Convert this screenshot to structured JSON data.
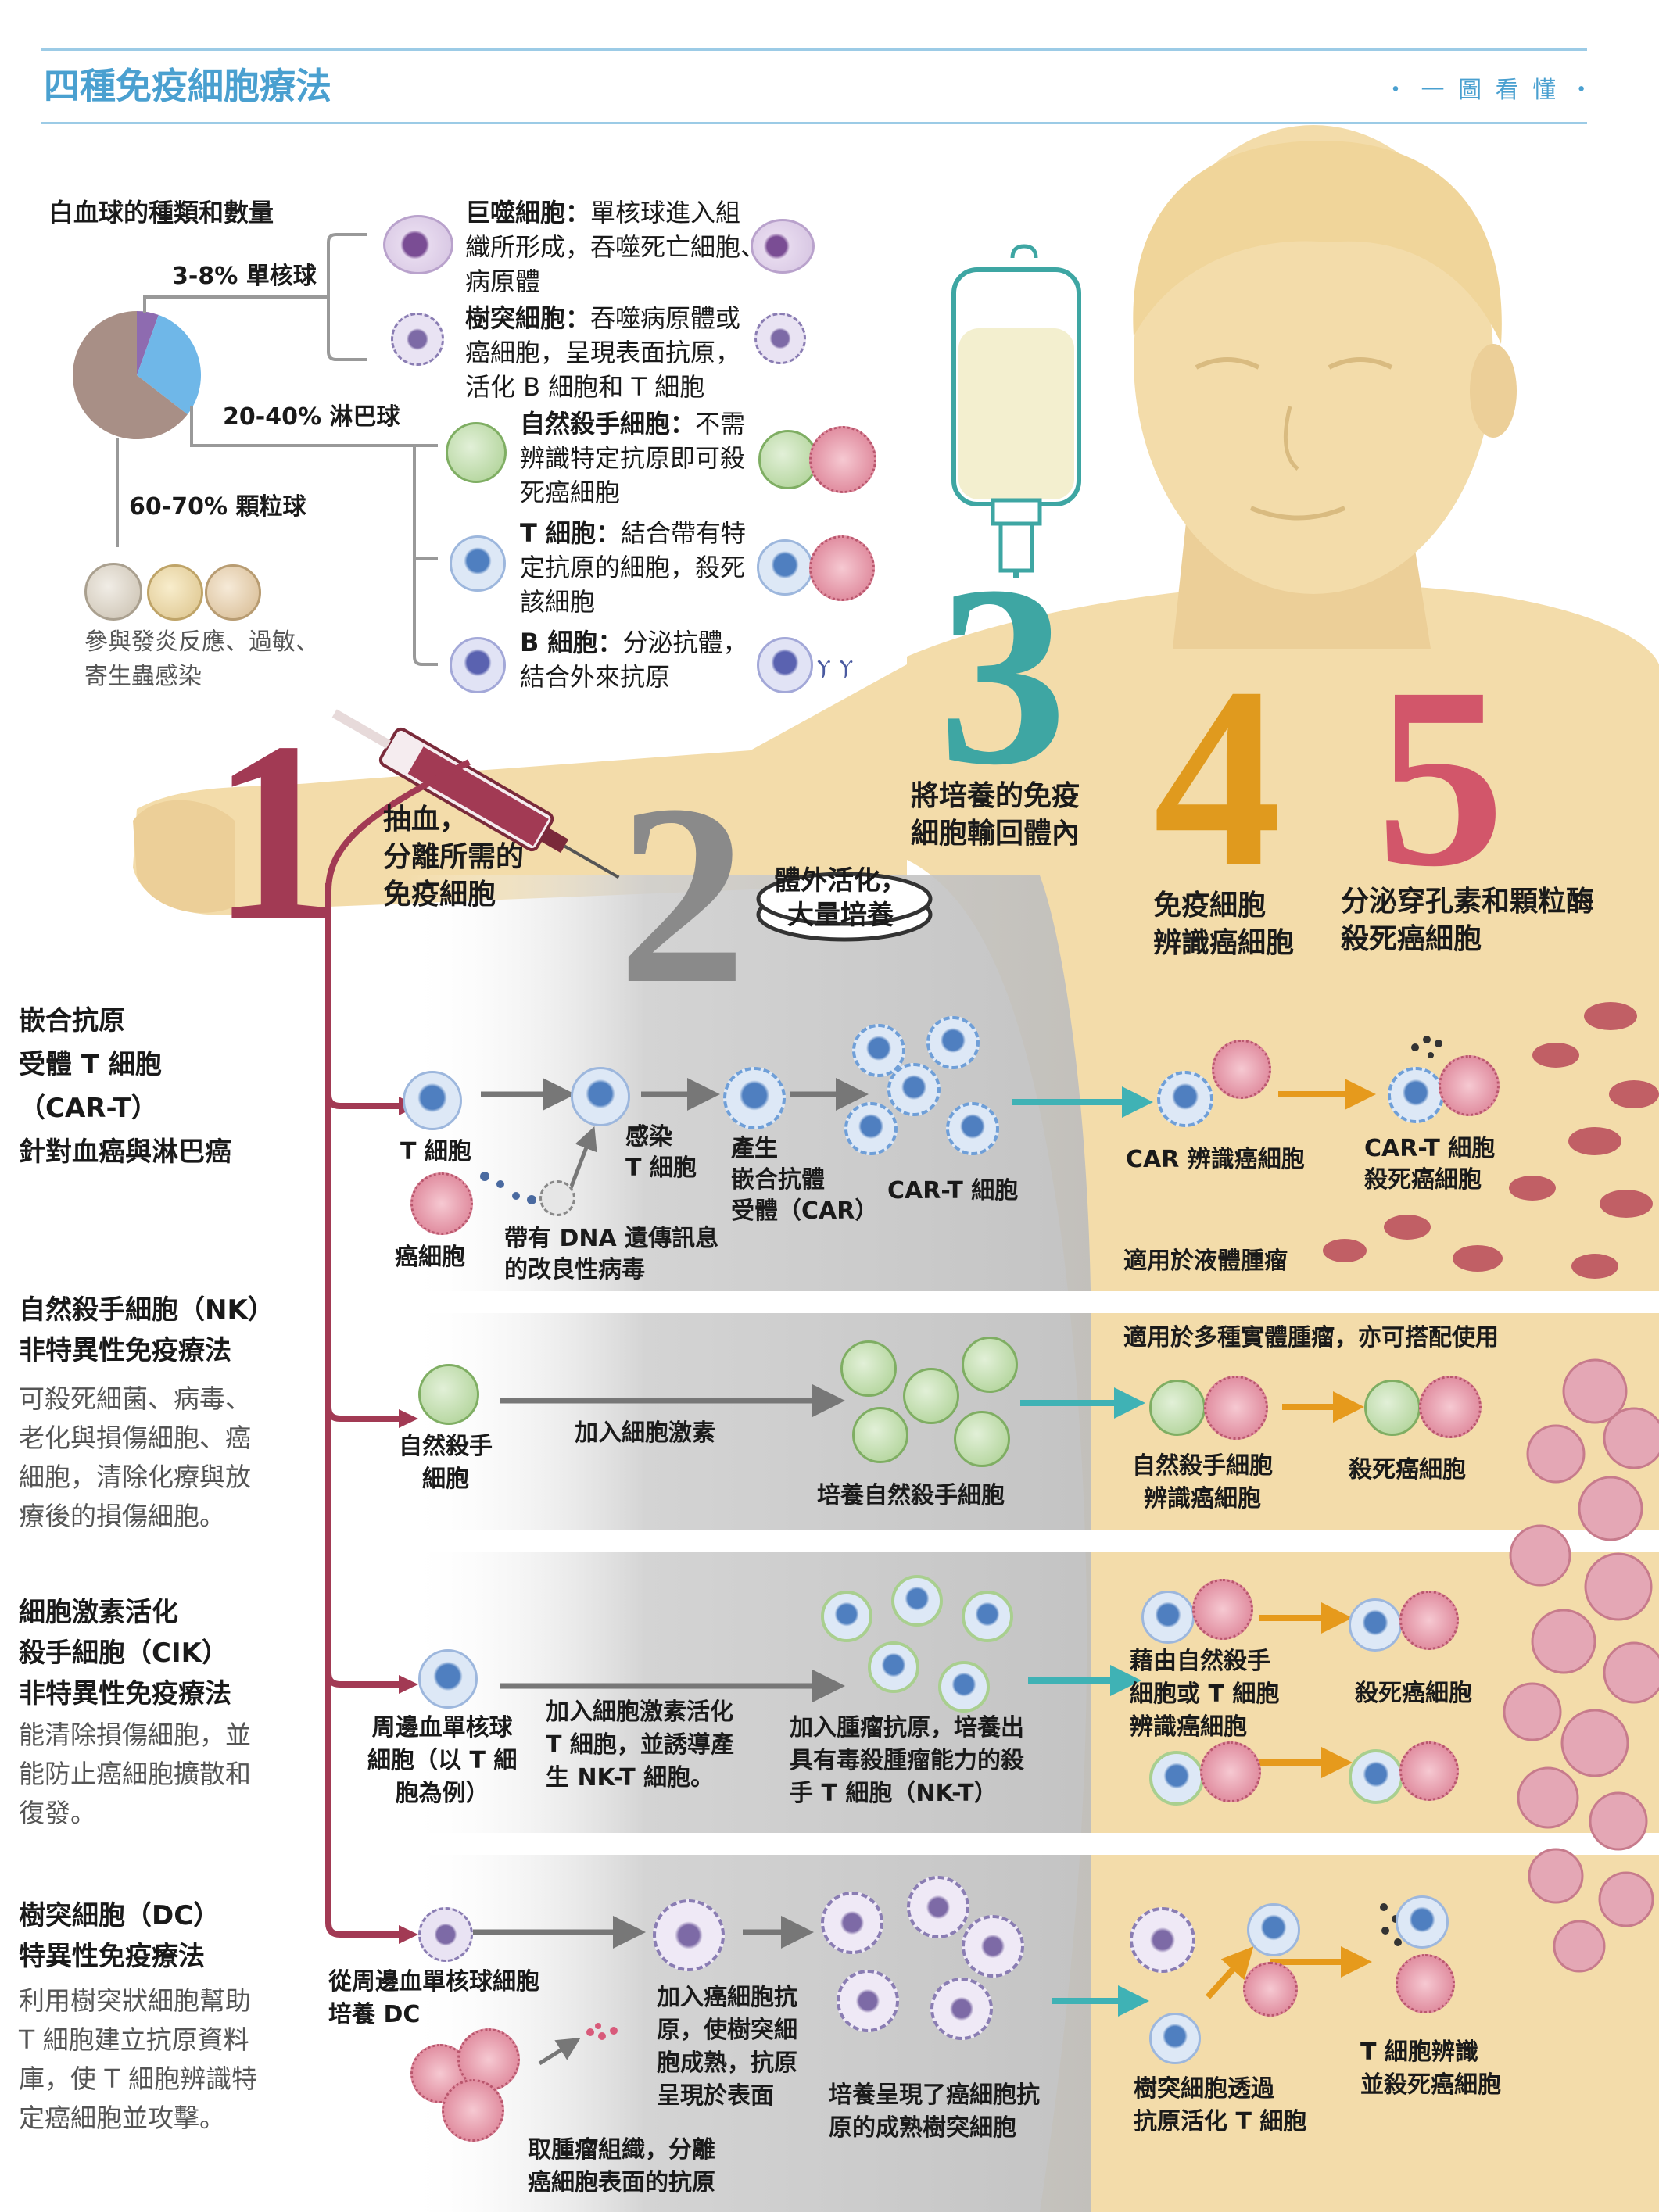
{
  "header": {
    "title": "四種免疫細胞療法",
    "tag": "・ 一 圖 看 懂 ・"
  },
  "colors": {
    "title_blue": "#4aa0d0",
    "skin": "#f3dcaa",
    "grey_band": "#d4d4d4",
    "arrow_teal": "#3fb2b5",
    "arrow_orange": "#e69a1c",
    "arrow_grey": "#888888",
    "branch_red": "#a23a54"
  },
  "wbc": {
    "heading": "白血球的種類和數量",
    "pie": [
      {
        "label": "3-8% 單核球",
        "value": 5.5,
        "color": "#8e6bb0"
      },
      {
        "label": "20-40% 淋巴球",
        "value": 30,
        "color": "#6fb7e8"
      },
      {
        "label": "60-70% 顆粒球",
        "value": 64.5,
        "color": "#a88f86"
      }
    ],
    "granulocyte_note": "參與發炎反應、過敏、\n寄生蟲感染",
    "cells": [
      {
        "name": "巨噬細胞：",
        "desc": "單核球進入組\n織所形成，吞噬死亡細胞、\n病原體"
      },
      {
        "name": "樹突細胞：",
        "desc": "吞噬病原體或\n癌細胞，呈現表面抗原，\n活化 B 細胞和 T 細胞"
      },
      {
        "name": "自然殺手細胞：",
        "desc": "不需\n辨識特定抗原即可殺\n死癌細胞"
      },
      {
        "name": "T 細胞：",
        "desc": "結合帶有特\n定抗原的細胞，殺死\n該細胞"
      },
      {
        "name": "B 細胞：",
        "desc": "分泌抗體，\n結合外來抗原"
      }
    ]
  },
  "steps": [
    {
      "num": "1",
      "label": ""
    },
    {
      "num": "2",
      "label": ""
    },
    {
      "num": "3",
      "label": "將培養的免疫\n細胞輸回體內"
    },
    {
      "num": "4",
      "label": "免疫細胞\n辨識癌細胞"
    },
    {
      "num": "5",
      "label": "分泌穿孔素和顆粒酶\n殺死癌細胞"
    }
  ],
  "step1_text": "抽血，\n分離所需的\n免疫細胞",
  "step2_text": "體外活化，\n大量培養",
  "therapies": {
    "cart": {
      "title": "嵌合抗原\n受體 T 細胞\n（CAR-T）\n針對血癌與淋巴癌",
      "t_cell": "T 細胞",
      "cancer_cell": "癌細胞",
      "virus": "帶有 DNA 遺傳訊息\n的改良性病毒",
      "infect": "感染\nT 細胞",
      "produce": "產生\n嵌合抗體\n受體（CAR）",
      "cart_cell": "CAR-T 細胞",
      "recognize": "CAR 辨識癌細胞",
      "kill": "CAR-T 細胞\n殺死癌細胞",
      "applies": "適用於液體腫瘤"
    },
    "nk": {
      "title": "自然殺手細胞（NK）\n非特異性免疫療法",
      "desc": "可殺死細菌、病毒、\n老化與損傷細胞、癌\n細胞，清除化療與放\n療後的損傷細胞。",
      "cell": "自然殺手\n細胞",
      "add": "加入細胞激素",
      "culture": "培養自然殺手細胞",
      "recognize": "自然殺手細胞\n辨識癌細胞",
      "kill": "殺死癌細胞",
      "applies": "適用於多種實體腫瘤，亦可搭配使用"
    },
    "cik": {
      "title": "細胞激素活化\n殺手細胞（CIK）\n非特異性免疫療法",
      "desc": "能清除損傷細胞，並\n能防止癌細胞擴散和\n復發。",
      "cell": "周邊血單核球\n細胞（以 T 細\n胞為例）",
      "add": "加入細胞激素活化\nT 細胞，並誘導產\n生 NK-T 細胞。",
      "culture": "加入腫瘤抗原，培養出\n具有毒殺腫瘤能力的殺\n手 T 細胞（NK-T）",
      "recognize": "藉由自然殺手\n細胞或 T 細胞\n辨識癌細胞",
      "kill": "殺死癌細胞"
    },
    "dc": {
      "title": "樹突細胞（DC）\n特異性免疫療法",
      "desc": "利用樹突狀細胞幫助\nT 細胞建立抗原資料\n庫，使 T 細胞辨識特\n定癌細胞並攻擊。",
      "cell": "從周邊血單核球細胞\n培養 DC",
      "add": "加入癌細胞抗\n原，使樹突細\n胞成熟，抗原\n呈現於表面",
      "tumor": "取腫瘤組織，分離\n癌細胞表面的抗原",
      "culture": "培養呈現了癌細胞抗\n原的成熟樹突細胞",
      "activate": "樹突細胞透過\n抗原活化 T 細胞",
      "kill": "T 細胞辨識\n並殺死癌細胞"
    }
  }
}
